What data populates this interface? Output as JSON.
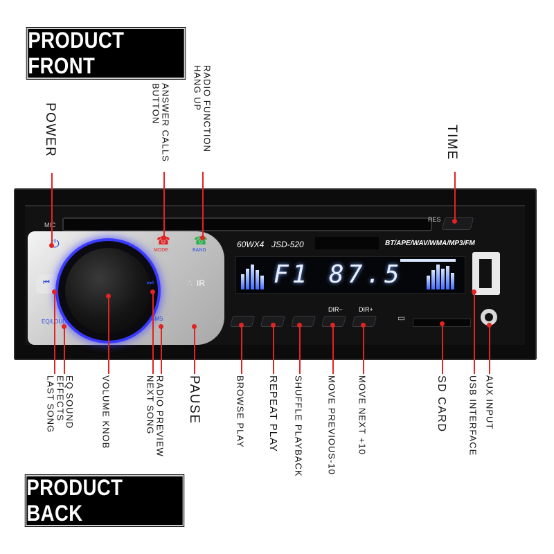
{
  "banners": {
    "front": "PRODUCT FRONT",
    "back": "PRODUCT BACK"
  },
  "labels": {
    "power": "POWER",
    "answer_calls": "ANSWER CALLS\nBUTTON",
    "radio_function": "RADIO FUNCTION\nHANG UP",
    "time": "TIME",
    "last_song": "EQ SOUND\nEFFECTS\nLAST SONG",
    "volume_knob": "VOLUME KNOB",
    "next_song": "RADIO PREVIEW\nNEXT SONG",
    "pause": "PAUSE",
    "browse_play": "BROWSE PLAY",
    "repeat_play": "REPEAT PLAY",
    "shuffle_playback": "SHUFFLE PLAYBACK",
    "move_previous": "MOVE PREVIOUS-10",
    "move_next": "MOVE NEXT +10",
    "sd_card": "SD CARD",
    "usb_interface": "USB INTERFACE",
    "aux_input": "AUX INPUT"
  },
  "device": {
    "mic": "MIC",
    "res": "RES",
    "model_power": "60WX4",
    "model_name": "JSD-520",
    "formats": "BT/APE/WAV/WMA/MP3/FM",
    "display_text": "F1  87.5",
    "mode": "MODE",
    "band": "BAND",
    "eq_loud": "EQ/LOUD",
    "ams": "AMS",
    "dir_minus": "DIR−",
    "dir_plus": "DIR+",
    "ir": "IR"
  },
  "colors": {
    "accent": "#e32222",
    "knob_glow": "#3a3aff",
    "lcd_glow": "#6fa0ff"
  },
  "icons": [
    "power-icon",
    "phone-answer-icon",
    "phone-hangup-icon",
    "previous-icon",
    "next-icon",
    "usb-port-icon",
    "aux-jack-icon",
    "sd-card-icon",
    "volume-knob-icon"
  ]
}
